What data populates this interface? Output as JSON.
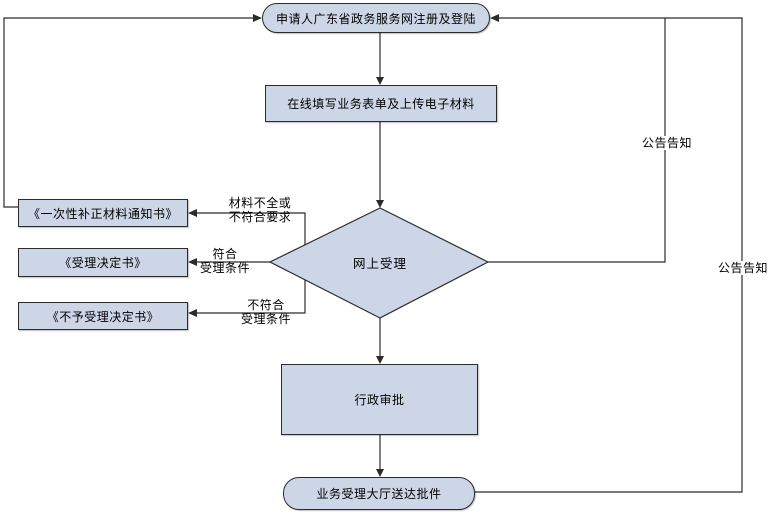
{
  "diagram": {
    "colors": {
      "node_fill": "#ccd6e6",
      "node_border": "#2b2b2b",
      "line": "#2b2b2b",
      "text": "#000000",
      "background": "#ffffff"
    },
    "nodes": {
      "start": {
        "label": "申请人广东省政务服务网注册及登陆",
        "type": "terminator"
      },
      "fill_form": {
        "label": "在线填写业务表单及上传电子材料",
        "type": "process"
      },
      "decision": {
        "label": "网上受理",
        "type": "decision"
      },
      "notice": {
        "label": "《一次性补正材料通知书》",
        "type": "process"
      },
      "accept": {
        "label": "《受理决定书》",
        "type": "process"
      },
      "reject": {
        "label": "《不予受理决定书》",
        "type": "process"
      },
      "approval": {
        "label": "行政审批",
        "type": "process"
      },
      "delivery": {
        "label": "业务受理大厅送达批件",
        "type": "terminator"
      }
    },
    "edge_labels": {
      "incomplete": "材料不全或\n不符合要求",
      "qualified": "符合\n受理条件",
      "unqualified": "不符合\n受理条件",
      "announce_inner": "公告告知",
      "announce_outer": "公告告知"
    }
  }
}
